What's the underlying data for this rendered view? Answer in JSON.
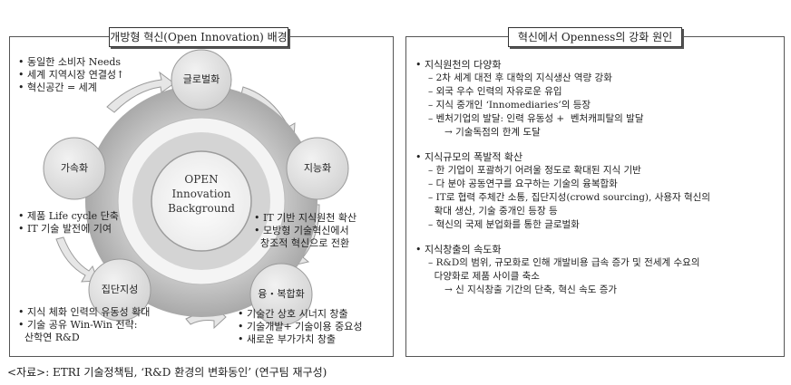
{
  "left": {
    "title": "개방형 혁신(Open Innovation) 배경",
    "center_lines": [
      "OPEN",
      "Innovation",
      "Background"
    ],
    "nodes": {
      "top": "글로벌화",
      "right": "지능화",
      "left": "가속화",
      "bottom_left": "집단지성",
      "bottom_right": "융・복합화"
    },
    "notes": {
      "top_left": [
        "• 동일한 소비자 Needs",
        "• 세계 지역시장 연결성↑",
        "• 혁신공간 = 세계"
      ],
      "mid_left": [
        "• 제품 Life cycle 단축",
        "• IT 기술 발전에 기여"
      ],
      "mid_right": [
        "• IT 기반 지식원천 확산",
        "• 모방형 기술혁신에서",
        "  창조적 혁신으로 전환"
      ],
      "bottom_left": [
        "• 지식 체화 인력의 유동성 확대",
        "• 기술 공유 Win-Win 전략:",
        "  산학연 R&D"
      ],
      "bottom_right": [
        "• 기술간 상호 시너지 창출",
        "• 기술개발+ 기술이용 중요성",
        "• 새로운 부가가치 창출"
      ]
    }
  },
  "right": {
    "title": "혁신에서 Openness의 강화 원인",
    "sections": [
      {
        "head": "• 지식원천의 다양화",
        "items": [
          {
            "text": "– 2차 세계 대전 후 대학의 지식생산 역량 강화",
            "deep": false
          },
          {
            "text": "– 외국 우수 인력의 자유로운 유입",
            "deep": false
          },
          {
            "text": "– 지식 중개인 ‘Innomediaries’의 등장",
            "deep": false
          },
          {
            "text": "– 벤처기업의 발달: 인력 유동성 +  벤처캐피탈의 발달",
            "deep": false
          },
          {
            "text": "→ 기술독점의 한계 도달",
            "deep": true
          }
        ]
      },
      {
        "head": "• 지식규모의 폭발적 확산",
        "items": [
          {
            "text": "– 한 기업이 포괄하기 어려울 정도로 확대된 지식 기반",
            "deep": false
          },
          {
            "text": "– 다 분야 공동연구를 요구하는 기술의 융복합화",
            "deep": false
          },
          {
            "text": "– IT로 협력 주체간 소통, 집단지성(crowd sourcing), 사용자 혁신의",
            "deep": false
          },
          {
            "text": "  확대 생산, 기술 중개인 등장 등",
            "deep": false
          },
          {
            "text": "– 혁신의 국제 분업화를 통한 글로벌화",
            "deep": false
          }
        ]
      },
      {
        "head": "• 지식창출의 속도화",
        "items": [
          {
            "text": "– R&D의 범위, 규모화로 인해 개발비용 급속 증가 및 전세계 수요의",
            "deep": false
          },
          {
            "text": "  다양화로 제품 사이클 축소",
            "deep": false
          },
          {
            "text": "→ 신 지식창출 기간의 단축, 혁신 속도 증가",
            "deep": true
          }
        ]
      }
    ]
  },
  "source": "<자료>: ETRI 기술정책팀, ‘R&D 환경의 변화동인’ (연구팀 재구성)",
  "colors": {
    "ring_outer": "#bdbdbd",
    "ring_mid": "#d9d9d9",
    "node_fill": "#e0e0e0",
    "border": "#555555"
  }
}
